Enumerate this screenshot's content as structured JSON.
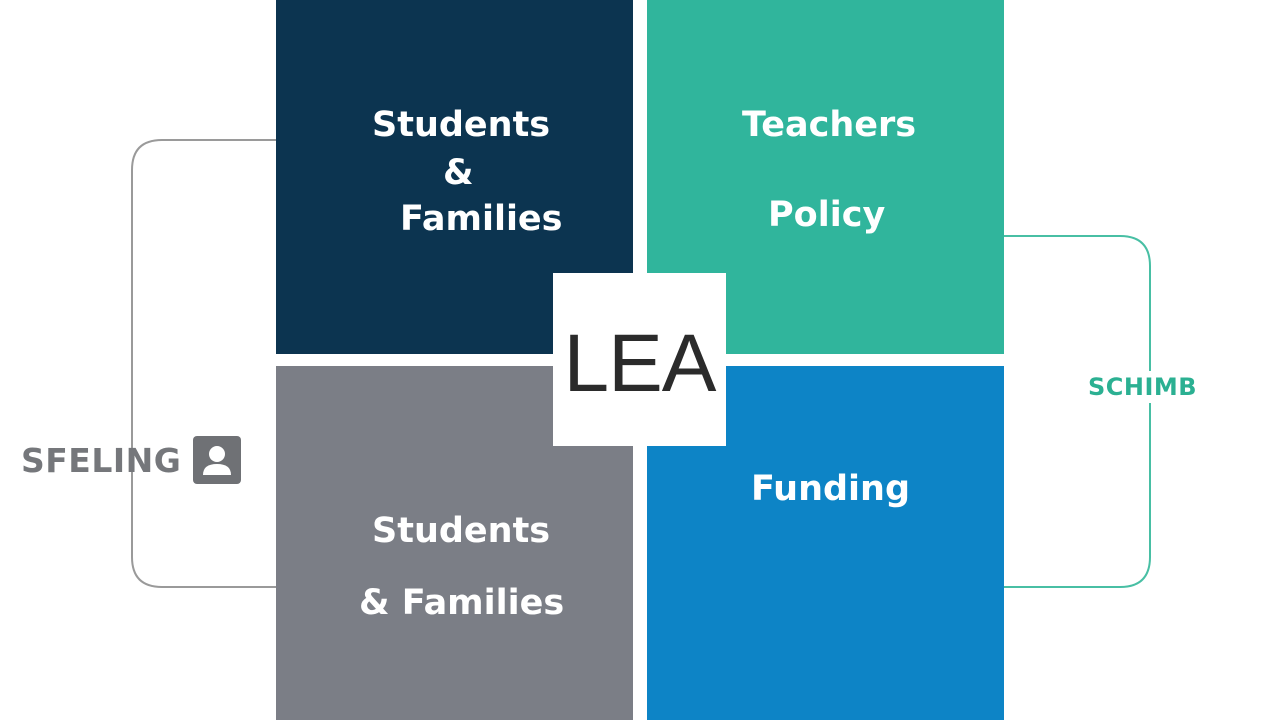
{
  "center": {
    "label": "LEA"
  },
  "quadrants": {
    "top_left": {
      "color": "#0c3450",
      "lines": [
        "Students",
        "&",
        "Families"
      ]
    },
    "top_right": {
      "color": "#30b59c",
      "lines": [
        "Teachers",
        "Policy"
      ]
    },
    "bottom_left": {
      "color": "#7b7e86",
      "lines": [
        "Students",
        "& Families"
      ]
    },
    "bottom_right": {
      "color": "#0d84c6",
      "lines": [
        "Funding"
      ]
    }
  },
  "left_group": {
    "label": "SFELING",
    "icon": "person-icon",
    "color": "#75777b"
  },
  "right_group": {
    "label": "SCHIMB",
    "color": "#2bb092"
  },
  "connector_colors": {
    "left": "#9a9a9a",
    "right": "#48bfa4"
  }
}
